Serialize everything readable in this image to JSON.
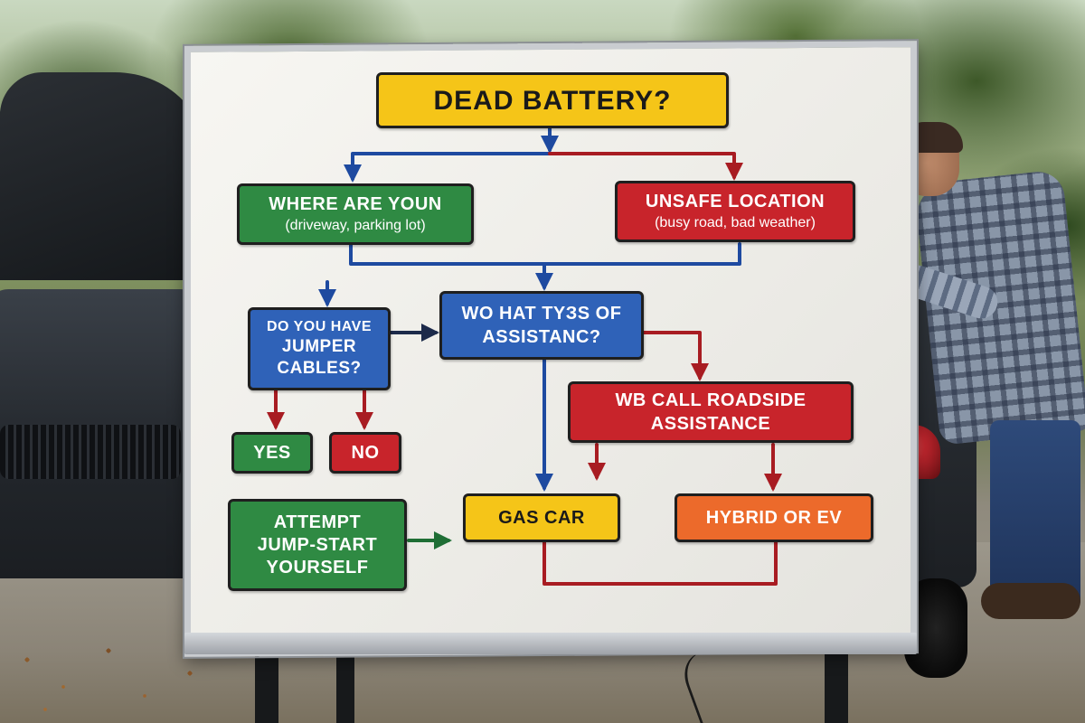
{
  "flowchart": {
    "title": "DEAD BATTERY?",
    "where_are_you": {
      "title": "WHERE ARE YOUN",
      "subtitle": "(driveway, parking lot)"
    },
    "unsafe_location": {
      "title": "UNSAFE LOCATION",
      "subtitle": "(busy road, bad weather)"
    },
    "jumper_cables": {
      "line1": "DO YOU HAVE",
      "line2": "JUMPER",
      "line3": "CABLES?"
    },
    "assistance_type": {
      "line1": "WO HAT TYЗS OF",
      "line2": "ASSISTANC?"
    },
    "call_roadside": {
      "line1": "WB CALL ROADSIDE",
      "line2": "ASSISTANCE"
    },
    "yes": "YES",
    "no": "NO",
    "attempt_jump": {
      "line1": "ATTEMPT",
      "line2": "JUMP-START",
      "line3": "YOURSELF"
    },
    "gas_car": "GAS CAR",
    "hybrid_ev": "HYBRID OR EV"
  },
  "colors": {
    "yellow": "#f5c518",
    "green": "#2f8a43",
    "red": "#c8242b",
    "blue": "#2f62b8",
    "orange": "#ec6a2b"
  }
}
